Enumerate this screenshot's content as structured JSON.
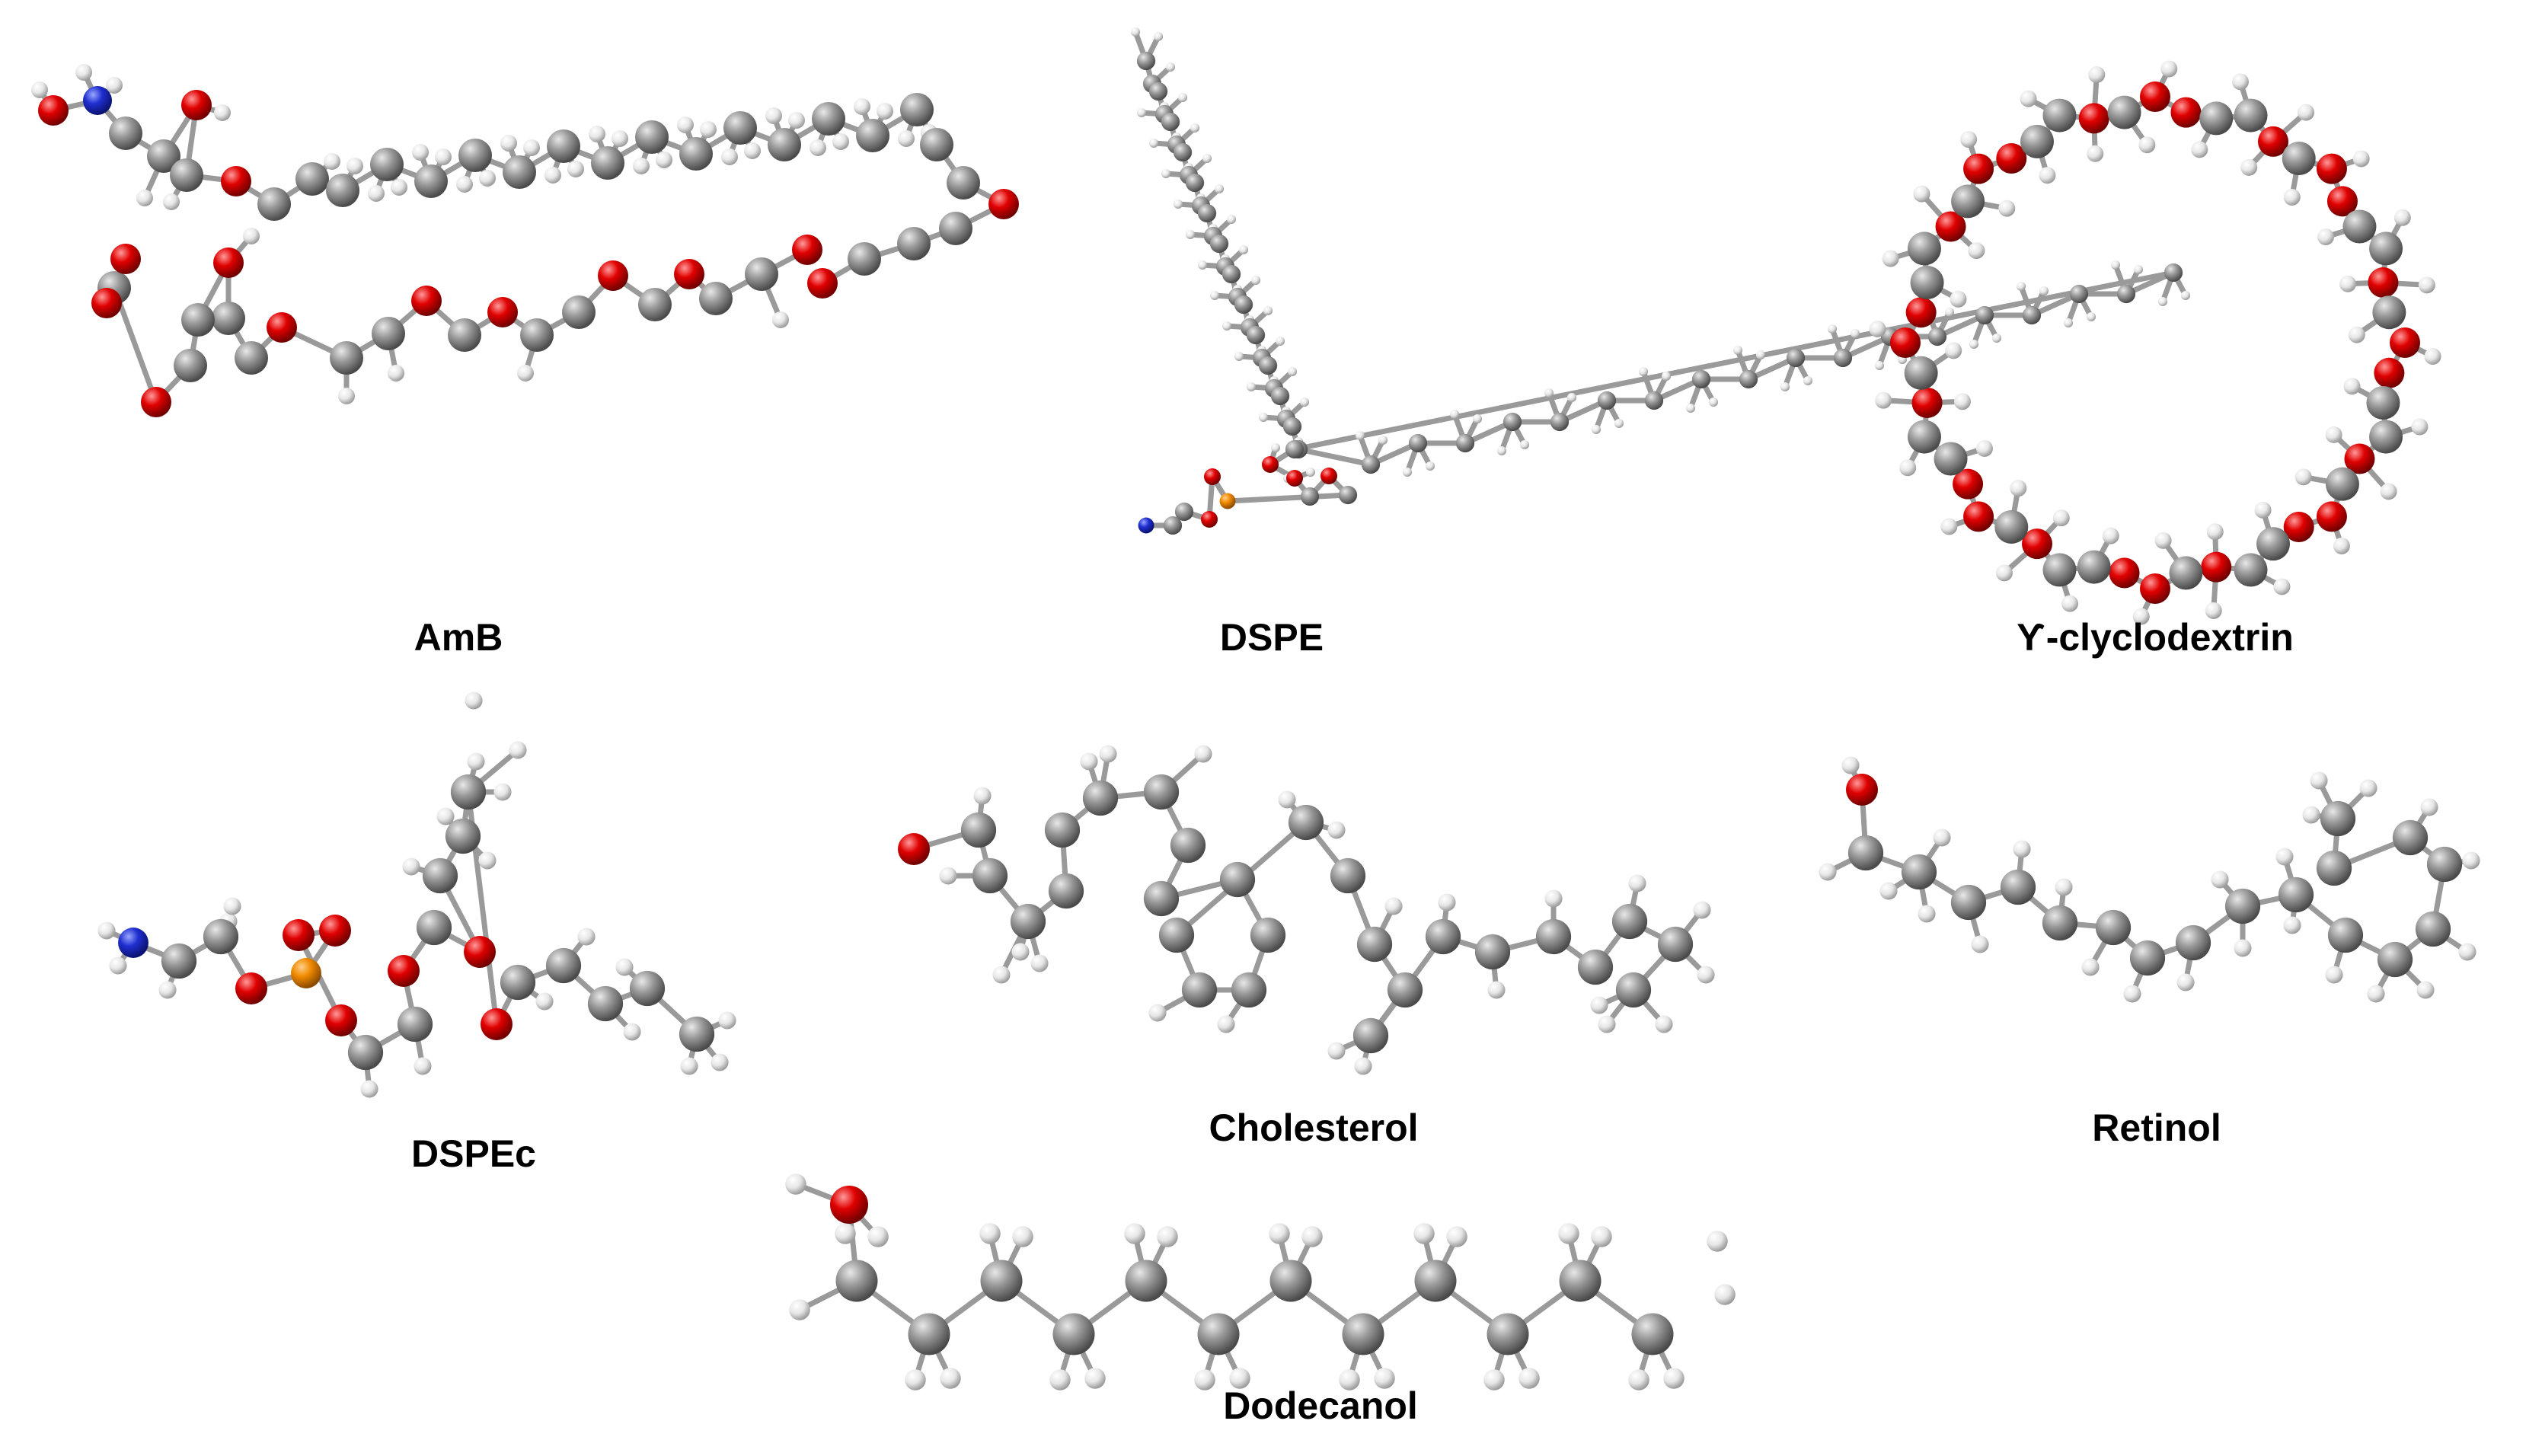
{
  "figure": {
    "molecules": [
      {
        "id": "amb",
        "label": "AmB"
      },
      {
        "id": "dspe",
        "label": "DSPE"
      },
      {
        "id": "gamma-cd",
        "label": "Ƴ-clyclodextrin"
      },
      {
        "id": "dspec",
        "label": "DSPEc"
      },
      {
        "id": "cholesterol",
        "label": "Cholesterol"
      },
      {
        "id": "retinol",
        "label": "Retinol"
      },
      {
        "id": "dodecanol",
        "label": "Dodecanol"
      }
    ]
  },
  "atom_colors": {
    "carbon": "#8c8c8c",
    "oxygen": "#e00000",
    "hydrogen": "#e6e6e6",
    "nitrogen": "#1f2fd0",
    "phosphorus": "#f08a00"
  }
}
